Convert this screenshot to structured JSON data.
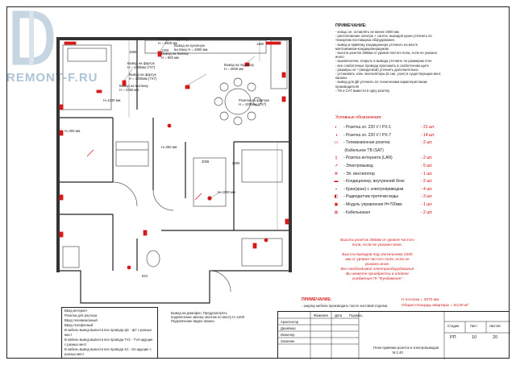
{
  "watermark": "REMONT-F.RU",
  "plan_labels": {
    "podvesnoy_top": "Вывод на подвеску\nН = 2600 мм",
    "podvesnoy_right": "Вывод на подвеску\nН = 2600 мм",
    "fartuk1": "Вывод на фартук\nН = 1050мм (7Х7)",
    "fartuk2": "Вывод на фартук\nН = 1050мм (7Х7)",
    "boiler": "Вывод на бойлер\nН = 900 мм",
    "kuhnya": "Вывод на кухонную\nвытяжку Н = 2600 мм",
    "vytyazhka": "Вывод на вытяжку\nН = 1050 мм",
    "stol": "Розетка на фартуке\nН = 1050мм (7Х7)",
    "h300": "Н=300 мм",
    "h1100": "Н=1100 мм",
    "h450": "Н=450 мм",
    "h1000": "Н=1000 мм",
    "domofon": "Вывод на домофон. Предусмотреть\nподключение звонка; монтаж по месту Н=1200\nПодключение видео звонка",
    "dim_1590": "1590",
    "dim_1160": "1160",
    "dim_1200": "1200",
    "dim_2000": "2000",
    "dim_624": "624",
    "dim_3055": "3055"
  },
  "notes": {
    "title": "ПРИМЕЧАНИЕ:",
    "lines": [
      "- концы эл. оставлять не менее 2000 мм",
      "- расположение электро + сантех. выводов кухни уточнить по",
      "техкартам поставщика оборудования.",
      "- вывод и привязку кондиционера уточнить на месте",
      "монтажником-кондиционерщиком",
      "- высота розеток 250мм от уровня чистого пола, если не указано",
      "иного",
      "- выключатели, открыть в вывода уточнить по размерам стен",
      "- все слаботочные провода проложить в слаботочном щите",
      "- размеры эл * (звездочкой) уточнить дополнительно",
      "- установить элек. вентиляторы (в сан. узле) в существующие вент.",
      "каналы",
      "- вывод для ДК уточнить по техническим характеристикам",
      "производителя",
      "- ТВ и CAT вывести в одну розетку"
    ]
  },
  "legend": {
    "title": "Условные обозначения:",
    "items": [
      {
        "sym": "◐",
        "label": "- Розетка эл. 220 V I PX-1",
        "count": "- 21 шт."
      },
      {
        "sym": "◑",
        "label": "- Розетка эл. 220 V I PX-7",
        "count": "- 14 шт."
      },
      {
        "sym": "▭",
        "label": "- Телевизионная розетка",
        "count": "- 2 шт."
      },
      {
        "sym": "",
        "label": "  (Кабельное ТВ (SAT)",
        "count": ""
      },
      {
        "sym": "▯",
        "label": "- Розетка интернета (LAN)",
        "count": "- 2 шт."
      },
      {
        "sym": "↗",
        "label": "- Электровывод",
        "count": "- 5 шт."
      },
      {
        "sym": "✲",
        "label": "- Эл. вентилятор",
        "count": "- 1 шт."
      },
      {
        "sym": "▬",
        "label": "- Кондиционер, внутренний блок",
        "count": "- 2 шт."
      },
      {
        "sym": "▪",
        "label": "- Кран(кран) с электроприводом",
        "count": "- 4 шт."
      },
      {
        "sym": "◧",
        "label": "- Радиодатчик протечки воды",
        "count": "- 3 шт."
      },
      {
        "sym": "▣",
        "label": "- Модуль управления Н=700мм",
        "count": "- 1 шт."
      },
      {
        "sym": "⊠",
        "label": "- Кабельканал",
        "count": "- 2 шт."
      }
    ]
  },
  "red_notes": [
    "Высота розеток 250мм от уровня чистого",
    "пола, если не указано иное.",
    "",
    "Высота выводов под светильники 2200",
    "мм от уровня чистого пола, если не",
    "указано иное.",
    "Все необходимое электрооборудование",
    "Вы можете приобрести в отделе",
    "снабжения ГК \"Фундамент\""
  ],
  "bottom_left": [
    "Ввод интернет",
    "Розетка для роутера",
    "Ввод телевизионный",
    "Ввод телефонный",
    "В кабель-вывод вывести все провода ф1 - ф7 с разных",
    "мест",
    "В кабель-вывод вывести все провода TV1 - TV4 идущие",
    "с разных мест",
    "В кабель-вывод вывести все провода S1 - S4 идущие с",
    "разных мест"
  ],
  "bottom_note": {
    "title": "ПРИМЕЧАНИЕ:",
    "text": "- закупку мебели производить после чистовой отделки.",
    "height": "Н потолка = 3070 мм",
    "area": "Общая площадь квартиры = 64,00 м²"
  },
  "title_block": {
    "col_headers": [
      "Фамилия",
      "Дата",
      "Подпись"
    ],
    "rows": [
      "Архитектор",
      "Дизайнер",
      "Инженер",
      "Заказчик"
    ],
    "stage_hdr": "Стадия",
    "sheet_hdr": "Лист",
    "sheets_hdr": "Листов",
    "stage": "РП",
    "sheet": "10",
    "sheets": "20",
    "plan_title": "План привязки розеток и электровыводов",
    "scale": "М 1:40"
  }
}
